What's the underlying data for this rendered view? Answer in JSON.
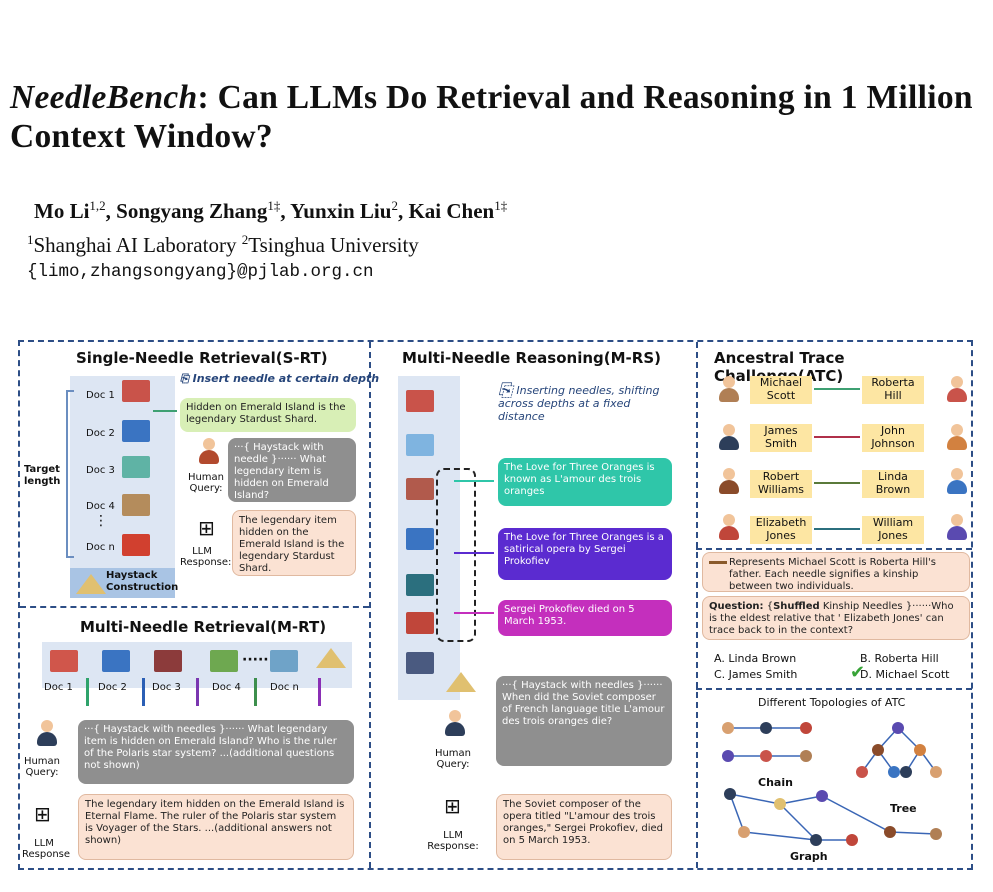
{
  "title": {
    "italic": "NeedleBench",
    "rest": ": Can LLMs Do Retrieval and Reasoning in 1 Million Context Window?"
  },
  "authors": [
    {
      "name": "Mo Li",
      "sup": "1,2"
    },
    {
      "name": "Songyang Zhang",
      "sup": "1‡"
    },
    {
      "name": "Yunxin Liu",
      "sup": "2"
    },
    {
      "name": "Kai Chen",
      "sup": "1‡"
    }
  ],
  "affiliations": {
    "a1": "Shanghai AI Laboratory",
    "a2": "Tsinghua University"
  },
  "email": "{limo,zhangsongyang}@pjlab.org.cn",
  "figure": {
    "srt": {
      "title": "Single-Needle Retrieval(S-RT)",
      "insert": "Insert needle at certain depth",
      "docs": [
        "Doc 1",
        "Doc 2",
        "Doc 3",
        "Doc 4",
        "Doc n"
      ],
      "target": "Target length",
      "needle": "Hidden on Emerald Island is the legendary Stardust Shard.",
      "query_label": "Human Query:",
      "query": "···{ Haystack with needle }······ What legendary item is hidden on Emerald Island?",
      "response_label": "LLM Response:",
      "response": "The legendary item hidden on the Emerald Island is the legendary Stardust Shard.",
      "haystack": "Haystack Construction"
    },
    "mrt": {
      "title": "Multi-Needle Retrieval(M-RT)",
      "docs": [
        "Doc 1",
        "Doc 2",
        "Doc 3",
        "Doc 4",
        "Doc n"
      ],
      "query_label": "Human Query:",
      "query": "···{ Haystack with needles }······ What legendary item is hidden on Emerald Island? Who is the ruler of the Polaris star system? ...(additional questions not shown)",
      "response_label": "LLM Response",
      "response": "The legendary item hidden on the Emerald Island is Eternal Flame. The ruler of the Polaris star system is Voyager of the Stars. ...(additional answers not shown)"
    },
    "mrs": {
      "title": "Multi-Needle Reasoning(M-RS)",
      "insert": "Inserting needles, shifting across depths at a fixed distance",
      "n1": "The Love for Three Oranges is known as L'amour des trois oranges",
      "n2": "The Love for Three Oranges is a satirical opera by Sergei Prokofiev",
      "n3": "Sergei Prokofiev died on 5 March 1953.",
      "query_label": "Human Query:",
      "query": "···{ Haystack with needles }······ When did the Soviet composer of French language title L'amour des trois oranges die?",
      "response_label": "LLM Response:",
      "response": "The Soviet composer of the opera titled \"L'amour des trois oranges,\" Sergei Prokofiev, died on 5 March 1953."
    },
    "atc": {
      "title": "Ancestral Trace Challenge(ATC)",
      "left": [
        "Michael Scott",
        "James Smith",
        "Robert Williams",
        "Elizabeth Jones"
      ],
      "right": [
        "Roberta Hill",
        "John Johnson",
        "Linda Brown",
        "William Jones"
      ],
      "represents": "Represents Michael Scott is Roberta Hill's father. Each needle signifies a kinship between two individuals.",
      "question_label": "Question:",
      "shuffled": "Shuffled",
      "question": "Kinship Needles }······Who is the eldest relative that ' Elizabeth Jones' can trace back to in the context?",
      "options": [
        "A. Linda Brown",
        "B. Roberta Hill",
        "C. James Smith",
        "D. Michael Scott"
      ],
      "topo_title": "Different Topologies of ATC",
      "chain": "Chain",
      "tree": "Tree",
      "graph": "Graph"
    }
  }
}
